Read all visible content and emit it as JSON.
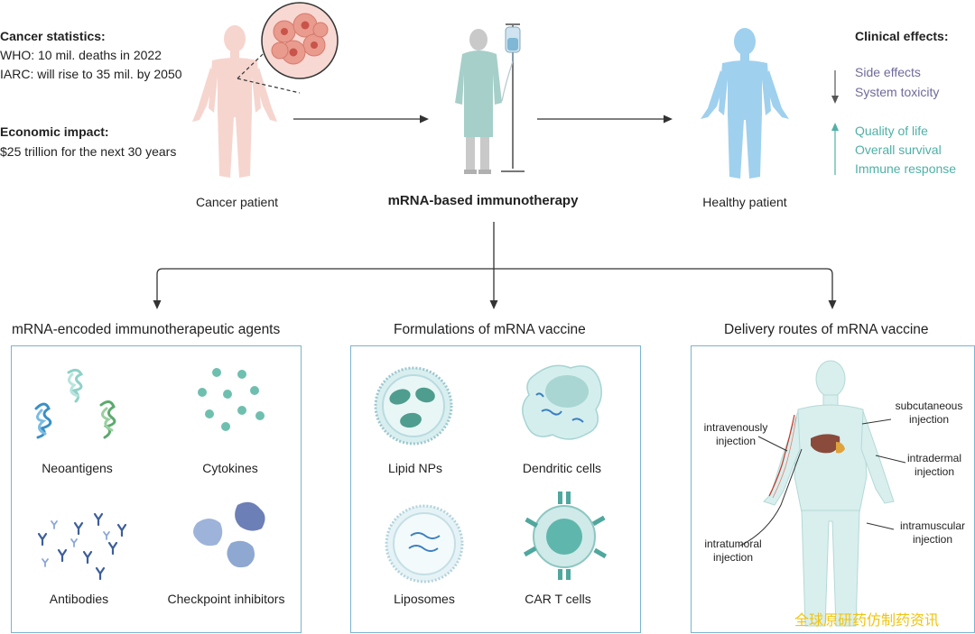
{
  "stats": {
    "cancer_heading": "Cancer statistics:",
    "who": "WHO: 10 mil. deaths in 2022",
    "iarc": "IARC:  will rise to 35 mil. by 2050",
    "economic_heading": "Economic impact:",
    "economic_value": "$25 trillion for the next 30 years"
  },
  "patients": {
    "cancer": "Cancer patient",
    "center": "mRNA-based immunotherapy",
    "healthy": "Healthy patient"
  },
  "clinical": {
    "heading": "Clinical effects:",
    "decreased": [
      "Side effects",
      "System toxicity"
    ],
    "increased": [
      "Quality of life",
      "Overall survival",
      "Immune response"
    ]
  },
  "sections": {
    "agents": {
      "title": "mRNA-encoded immunotherapeutic agents",
      "items": [
        "Neoantigens",
        "Cytokines",
        "Antibodies",
        "Checkpoint inhibitors"
      ]
    },
    "formulations": {
      "title": "Formulations of mRNA vaccine",
      "items": [
        "Lipid NPs",
        "Dendritic cells",
        "Liposomes",
        "CAR T cells"
      ]
    },
    "routes": {
      "title": "Delivery routes of mRNA vaccine",
      "labels": {
        "intravenous": [
          "intravenously",
          "injection"
        ],
        "subcutaneous": [
          "subcutaneous",
          "injection"
        ],
        "intradermal": [
          "intradermal",
          "injection"
        ],
        "intramuscular": [
          "intramuscular",
          "injection"
        ],
        "intratumoral": [
          "intratumoral",
          "injection"
        ]
      }
    }
  },
  "watermark": "全球原研药仿制药资讯",
  "colors": {
    "arrow": "#333333",
    "box_border": "#7bb3cf",
    "decrease": "#6f6a9a",
    "increase": "#4fb0a6",
    "cancer_body": "#f6d5cf",
    "healthy_body": "#9fd0ee",
    "patient_gown": "#a6cfc9"
  }
}
